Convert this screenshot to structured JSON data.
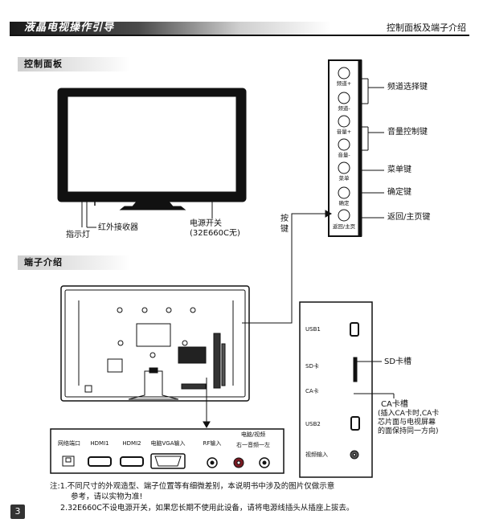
{
  "header": {
    "left_title": "液晶电视操作引导",
    "right_title": "控制面板及端子介绍"
  },
  "control_panel": {
    "title": "控制面板",
    "indicator_label": "指示灯",
    "ir_receiver_label": "红外接收器",
    "power_switch_label": "电源开关",
    "power_switch_note": "(32E660C无)",
    "keys_label_1": "按",
    "keys_label_2": "键",
    "buttons": [
      {
        "short": "频道+"
      },
      {
        "short": "频道-"
      },
      {
        "short": "音量+"
      },
      {
        "short": "音量-"
      },
      {
        "short": "菜单"
      },
      {
        "short": "确定"
      },
      {
        "short": "返回/主页"
      }
    ],
    "callouts": {
      "channel": "频道选择键",
      "volume": "音量控制键",
      "menu": "菜单键",
      "ok": "确定键",
      "back": "返回/主页键"
    }
  },
  "terminals": {
    "title": "端子介绍",
    "bottom_ports": {
      "network": "网络端口",
      "hdmi1": "HDMI1",
      "hdmi2": "HDMI2",
      "vga": "电脑VGA输入",
      "rf": "RF输入",
      "pc_video_1": "电脑/视频",
      "pc_video_2": "右一音频一左"
    },
    "side_ports": {
      "usb1": "USB1",
      "sd": "SD卡",
      "ca": "CA卡",
      "usb2": "USB2",
      "video_in": "视频输入"
    },
    "sd_slot_label": "SD卡槽",
    "ca_slot_title": "CA卡槽",
    "ca_slot_note_1": "(插入CA卡时,CA卡",
    "ca_slot_note_2": "芯片面与电视屏幕",
    "ca_slot_note_3": "的面保持同一方向)"
  },
  "notes": {
    "line1": "注:1.不同尺寸的外观造型、端子位置等有细微差别，本说明书中涉及的图片仅做示意",
    "line2": "参考，请以实物为准!",
    "line3": "2.32E660C不设电源开关，如果您长期不使用此设备，请将电源线插头从插座上拔去。"
  },
  "page_number": "3"
}
